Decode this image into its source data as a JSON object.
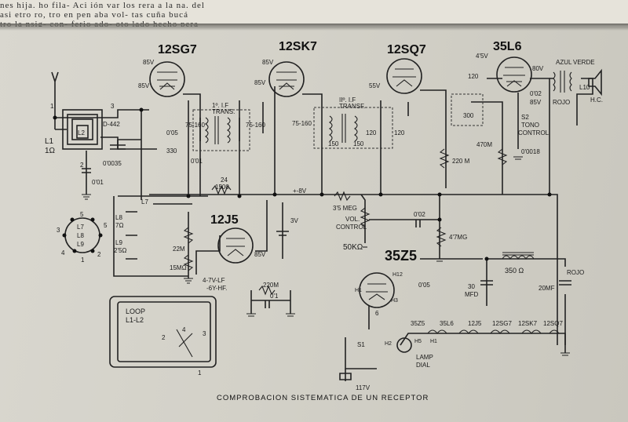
{
  "figure_caption": "COMPROBACION SISTEMATICA DE UN RECEPTOR",
  "tubes": {
    "t1": "12SG7",
    "t2": "12SK7",
    "t3": "12SQ7",
    "t4": "35L6",
    "t5": "12J5",
    "t6": "35Z5"
  },
  "labels": {
    "antenna_coil_l1": "L1",
    "antenna_coil_ohm": "1Ω",
    "l2": "L2",
    "cap_d442": "D-442",
    "cap_0035": "0'0035",
    "cap_001a": "0'01",
    "n1": "1",
    "n2": "2",
    "n3": "3",
    "v85_1": "85V",
    "v85_2": "85V",
    "v85_3": "85V",
    "v85_4": "85V",
    "v85_5": "85V",
    "v55": "55V",
    "v45": "4'5V",
    "v80": "80V",
    "cap_005a": "0'05",
    "cap_001b": "0'01",
    "r330": "330",
    "trans1": "1º. I.F",
    "trans1b": "TRANS.",
    "cap_75_160a": "75-160",
    "cap_75_160b": "75-160",
    "trans2": "IIº. I.F",
    "trans2b": "TRANSF.",
    "cap_75_160c": "75-160",
    "c150a": "150",
    "c150b": "150",
    "c120a": "120",
    "c120b": "120",
    "c120c": "120",
    "c300": "300",
    "r220m": "220 M",
    "r470m": "470M",
    "s2": "S2",
    "tono": "TONO",
    "control": "CONTROL",
    "c0018": "0'0018",
    "c002a": "0'02",
    "azul": "AZUL",
    "verde": "VERDE",
    "rojo": "ROJO",
    "hc": "H.C.",
    "l10": "L10",
    "r24": "24",
    "r1500": "1500",
    "b8v": "+-8V",
    "r3meg": "3'5 MEG",
    "vol": "VOL.",
    "vol_control": "CONTROL",
    "r50k": "50KΩ",
    "c002b": "0'02",
    "r47mg": "4'7MG",
    "l7": "L7",
    "l8": "L8",
    "l8v": "7Ω",
    "l9": "L9",
    "l9v": "2'5Ω",
    "r22m": "22M",
    "r15m": "15MΩ",
    "bias1": "4-7V-LF",
    "bias2": "-6Y-HF.",
    "bat3v": "3V",
    "sock_l7": "L7",
    "sock_l8": "L8",
    "sock_l9": "L9",
    "sock_5a": "5",
    "sock_5b": "5",
    "sock_3": "3",
    "sock_4": "4",
    "sock_2": "2",
    "sock_1": "1",
    "r220m_b": "220M",
    "c01": "0'1",
    "loop1": "LOOP",
    "loop2": "L1-L2",
    "loop_n2": "2",
    "loop_n4": "4",
    "loop_n3": "3",
    "loop_n1": "1",
    "c005b": "0'05",
    "r350": "350 Ω",
    "mfd30": "30",
    "mfd": "MFD",
    "mf20": "20MF",
    "rojo2": "ROJO",
    "h12": "H12",
    "h1": "H1",
    "h3": "H3",
    "n6": "6",
    "s1": "S1",
    "h2": "H2",
    "h5": "H5",
    "h1b": "H1",
    "lamp": "LAMP",
    "dial": "DIAL",
    "v117": "117V",
    "chain1": "35Z5",
    "chain2": "35L6",
    "chain3": "12J5",
    "chain4": "12SG7",
    "chain5": "12SK7",
    "chain6": "12SQ7"
  },
  "header_text": {
    "line1": "nes   hija.   ho   fila-   Aci   ión   var   los   rera   a la   na.   del",
    "line2": "asi   etro   ro,   tro   en   pen   aba   vol-   tas   cuña   bucá",
    "line3": "tro   la   nsig-   con-   ferio   ado-   oto   lado   hecho   pera"
  }
}
